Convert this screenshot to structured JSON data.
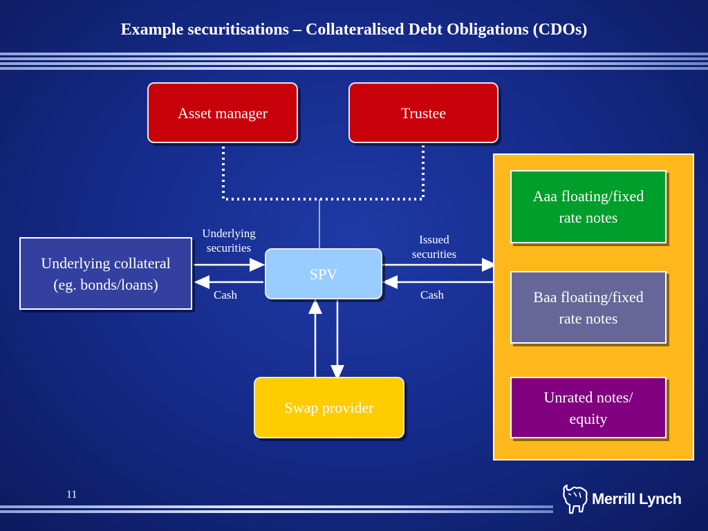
{
  "slide": {
    "title": "Example securitisations – Collateralised Debt Obligations (CDOs)",
    "page_number": "11",
    "logo_text": "Merrill Lynch"
  },
  "boxes": {
    "asset_manager": "Asset manager",
    "trustee": "Trustee",
    "collateral_line1": "Underlying collateral",
    "collateral_line2": "(eg. bonds/loans)",
    "spv": "SPV",
    "swap_provider": "Swap provider",
    "aaa_line1": "Aaa floating/fixed",
    "aaa_line2": "rate notes",
    "baa_line1": "Baa floating/fixed",
    "baa_line2": "rate notes",
    "unrated_line1": "Unrated notes/",
    "unrated_line2": "equity"
  },
  "labels": {
    "underlying_line1": "Underlying",
    "underlying_line2": "securities",
    "cash_left": "Cash",
    "issued_line1": "Issued",
    "issued_line2": "securities",
    "cash_right": "Cash"
  },
  "colors": {
    "red_box": "#c8000a",
    "spv": "#99ccff",
    "swap": "#ffcc00",
    "panel": "#ffb81c",
    "aaa": "#009e2a",
    "baa": "#666699",
    "unrated": "#800080",
    "collateral": "#3340a0"
  }
}
